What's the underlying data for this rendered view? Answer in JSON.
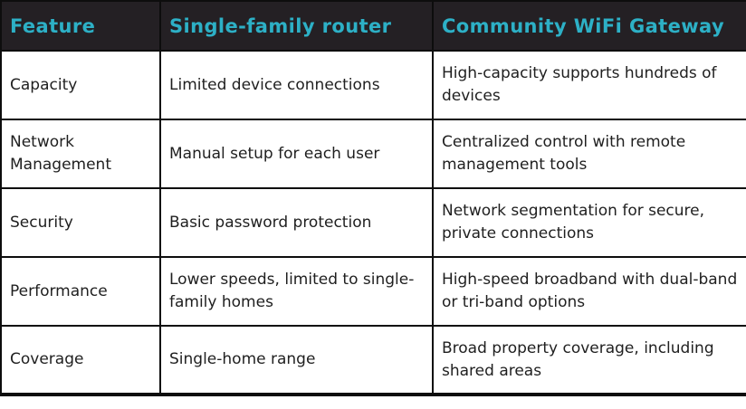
{
  "chart_data": {
    "type": "table",
    "columns": [
      "Feature",
      "Single-family router",
      "Community WiFi Gateway"
    ],
    "rows": [
      [
        "Capacity",
        "Limited device connections",
        "High-capacity supports hundreds of devices"
      ],
      [
        "Network Management",
        "Manual setup for each user",
        "Centralized control with remote management tools"
      ],
      [
        "Security",
        "Basic password protection",
        "Network segmentation for secure, private connections"
      ],
      [
        "Performance",
        "Lower speeds, limited to single-family homes",
        "High-speed broadband with dual-band or tri-band options"
      ],
      [
        "Coverage",
        "Single-home range",
        "Broad property coverage, including shared areas"
      ]
    ],
    "layout_hints": {
      "header_bg": "#242024",
      "header_text_color": "#2db0c6",
      "border_color": "#0d0d0d",
      "body_text_color": "#1f1f1f",
      "grid": "on"
    }
  }
}
